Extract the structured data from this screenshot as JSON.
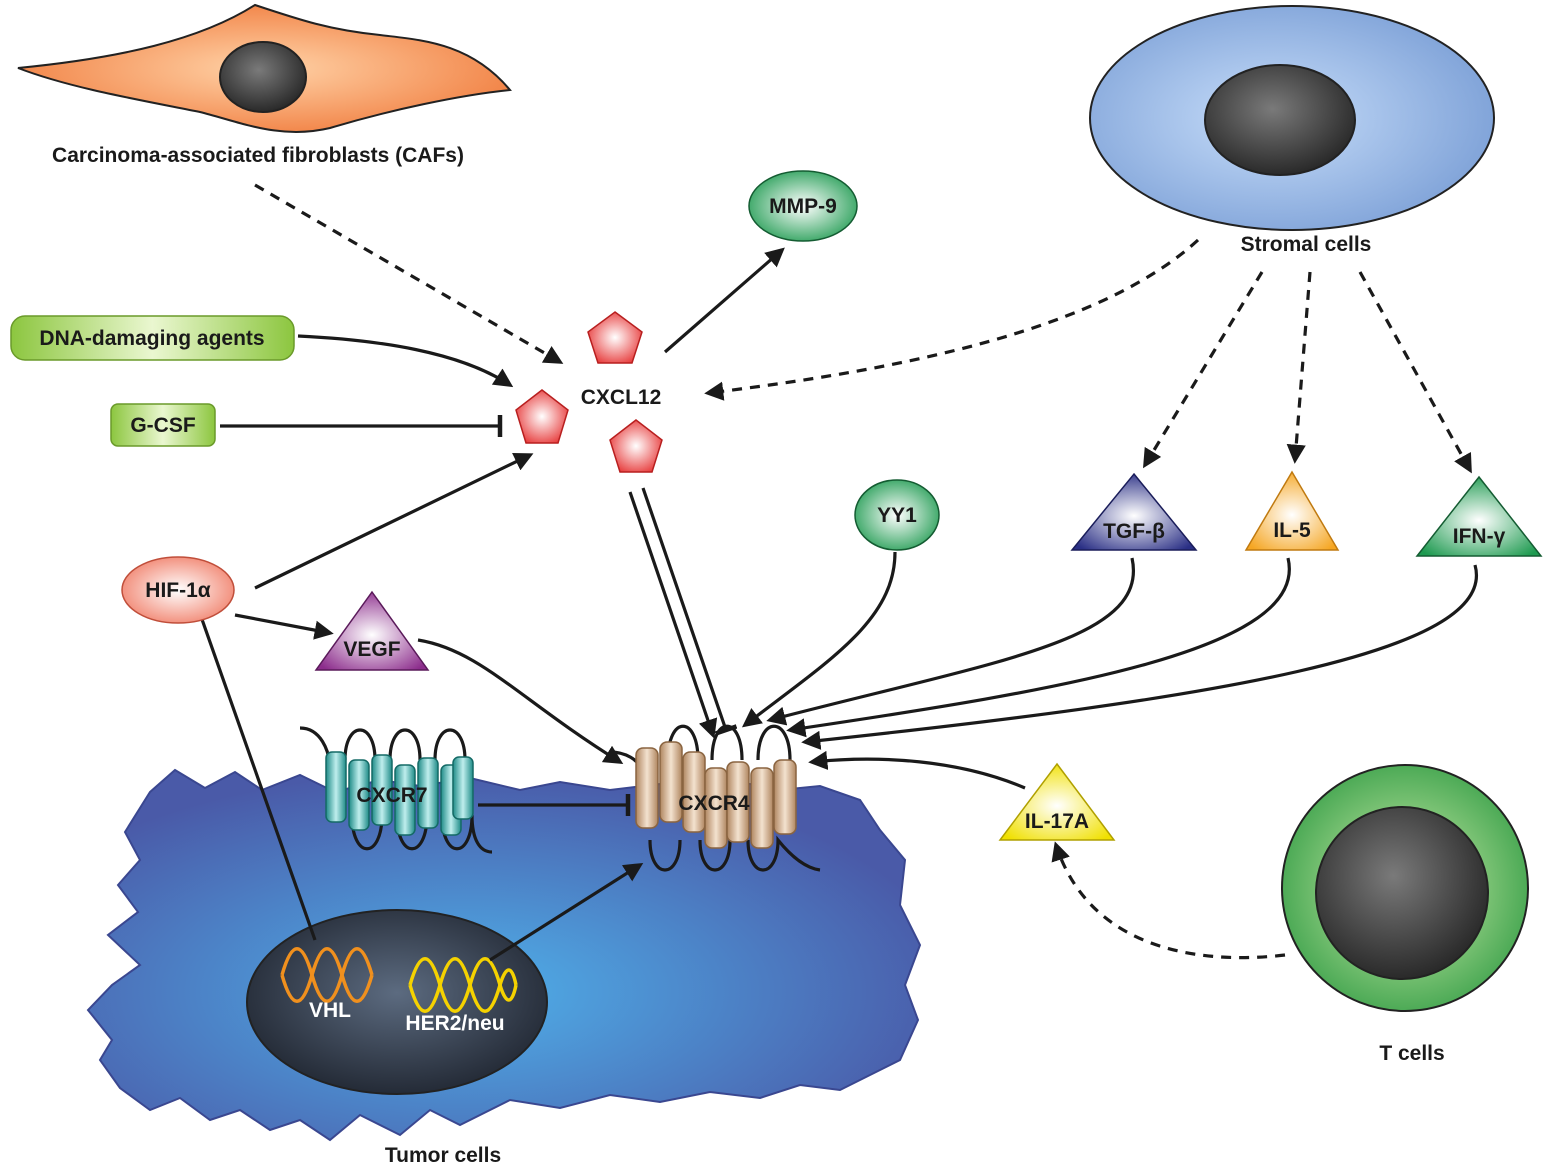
{
  "labels": {
    "cafs": "Carcinoma-associated fibroblasts (CAFs)",
    "stromal": "Stromal cells",
    "tcells": "T cells",
    "tumor": "Tumor cells",
    "mmp9": "MMP-9",
    "dna": "DNA-damaging agents",
    "gcsf": "G-CSF",
    "cxcl12": "CXCL12",
    "yy1": "YY1",
    "tgfb": "TGF-β",
    "il5": "IL-5",
    "ifng": "IFN-γ",
    "hif": "HIF-1α",
    "vegf": "VEGF",
    "cxcr7": "CXCR7",
    "cxcr4": "CXCR4",
    "il17a": "IL-17A",
    "vhl": "VHL",
    "her2": "HER2/neu"
  },
  "colors": {
    "caf": "#f0793a",
    "stromal": "#8fb0e0",
    "tcell": "#5cb85c",
    "tumor": "#4a5aa8",
    "mmp9": "#1e9a50",
    "dna": "#8cc63f",
    "cxcl12": "#e63232",
    "tgfb": "#2a2f85",
    "il5": "#f5a623",
    "ifng": "#1e9a50",
    "hif": "#f28c78",
    "vegf": "#8c2d8c",
    "cxcr7": "#2aa5a0",
    "cxcr4": "#c8a078",
    "il17a": "#f5e61e",
    "vhl": "#f0901e",
    "her2": "#f5d200"
  }
}
